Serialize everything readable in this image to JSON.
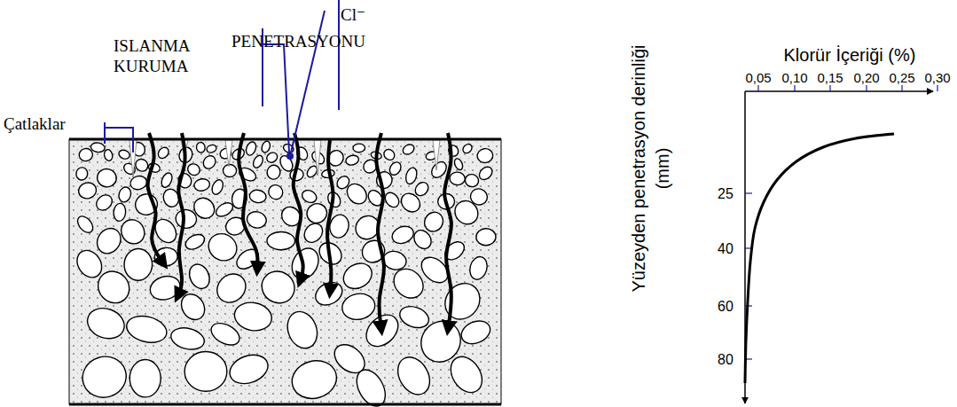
{
  "diagram": {
    "labels": [
      "Çatlaklar",
      "ISLANMA KURUMA",
      "Cl⁻ PENETRASYONU",
      "Klorür İçeriği (%)",
      "0,05",
      "0,10",
      "0,15",
      "0,20",
      "0,25",
      "0,30",
      "25",
      "40",
      "60",
      "80",
      "Yüzeyden penetrasyon derinliği (mm)"
    ]
  }
}
